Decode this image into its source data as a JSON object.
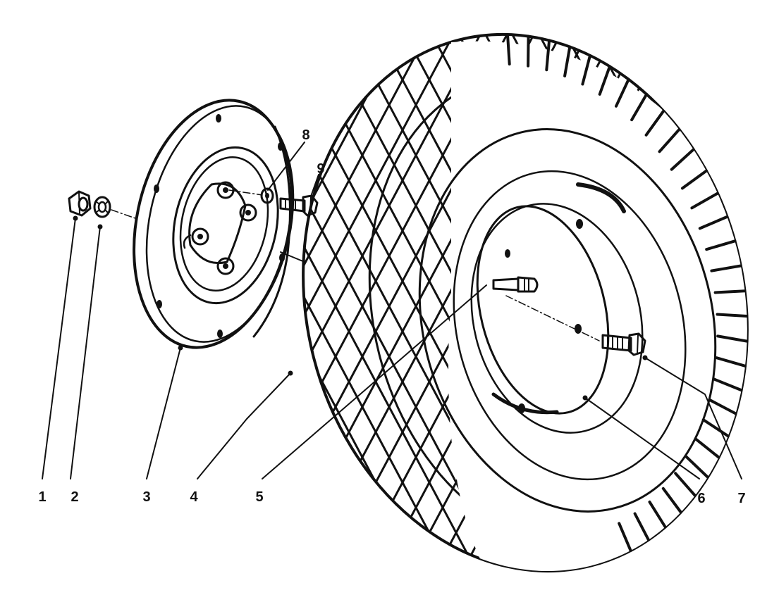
{
  "diagram": {
    "callouts": [
      {
        "id": "1",
        "label": "1"
      },
      {
        "id": "2",
        "label": "2"
      },
      {
        "id": "3",
        "label": "3"
      },
      {
        "id": "4",
        "label": "4"
      },
      {
        "id": "5",
        "label": "5"
      },
      {
        "id": "6",
        "label": "6"
      },
      {
        "id": "7",
        "label": "7"
      },
      {
        "id": "8",
        "label": "8"
      },
      {
        "id": "9",
        "label": "9"
      }
    ],
    "colors": {
      "ink": "#111111",
      "paper": "#ffffff"
    }
  }
}
